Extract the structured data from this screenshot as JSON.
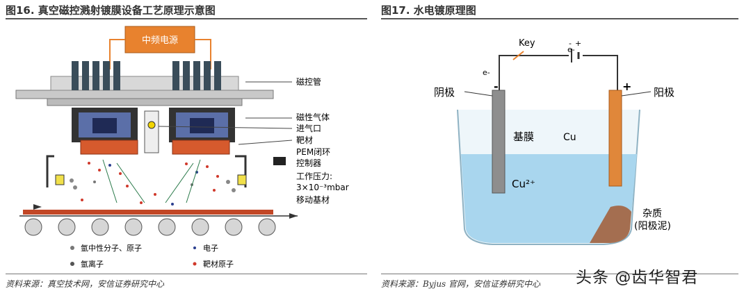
{
  "left": {
    "title": "图16. 真空磁控溅射镀膜设备工艺原理示意图",
    "power_label": "中频电源",
    "labels": {
      "magnetron": "磁控管",
      "magnetic_gas": "磁性气体",
      "gas_inlet": "进气口",
      "target": "靶材",
      "pem_line1": "PEM闭环",
      "pem_line2": "控制器",
      "pressure_line1": "工作压力:",
      "pressure_line2": "3×10⁻³mbar",
      "substrate": "移动基材"
    },
    "legend": [
      {
        "text": "氩中性分子、原子",
        "color": "#777777"
      },
      {
        "text": "电子",
        "color": "#2b3f8f"
      },
      {
        "text": "氩离子",
        "color": "#555555"
      },
      {
        "text": "靶材原子",
        "color": "#d0392b"
      }
    ],
    "source": "资料来源：真空技术网，安信证券研究中心"
  },
  "right": {
    "title": "图17. 水电镀原理图",
    "labels": {
      "key": "Key",
      "e1": "e-",
      "e2": "e-",
      "minus": "-",
      "plus": "+",
      "cathode": "阴极",
      "anode": "阳极",
      "substrate": "基膜",
      "cu": "Cu",
      "cu_ion": "Cu²⁺",
      "impurity_line1": "杂质",
      "impurity_line2": "(阳极泥)"
    },
    "source": "资料来源：Byjus 官网，安信证券研究中心"
  },
  "watermark": "头条 @齿华智君",
  "colors": {
    "power_box": "#e8822e",
    "electrolyte": "#a9d6ee",
    "anode": "#e0873a",
    "cathode": "#8e8e8e",
    "impurity": "#a35c34"
  }
}
